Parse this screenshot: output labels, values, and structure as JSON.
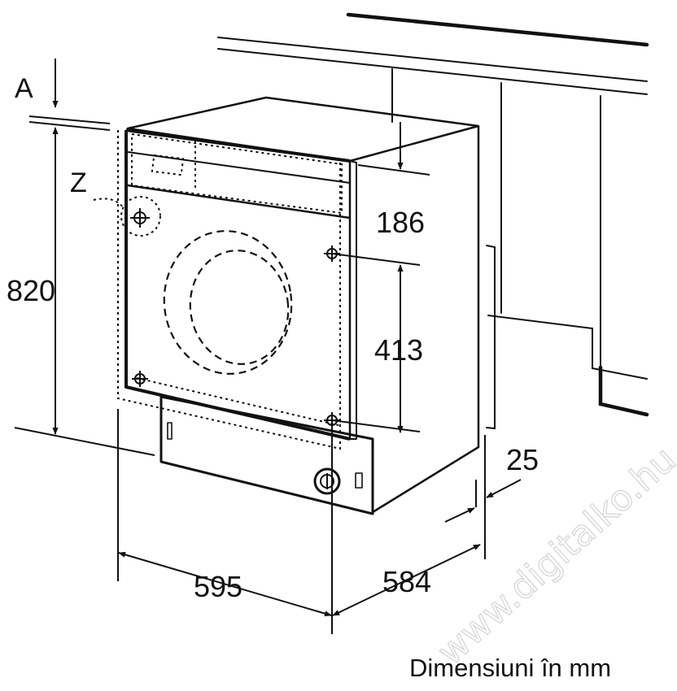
{
  "labels": {
    "corner_a": "A",
    "detail_z": "Z",
    "height": "820",
    "top_offset": "186",
    "hinge_spacing": "413",
    "width": "595",
    "depth": "584",
    "door_offset": "25",
    "caption": "Dimensiuni în mm"
  },
  "watermark": "www.digitalko.hu",
  "colors": {
    "line": "#111111",
    "watermark": "#d9d9d9"
  }
}
